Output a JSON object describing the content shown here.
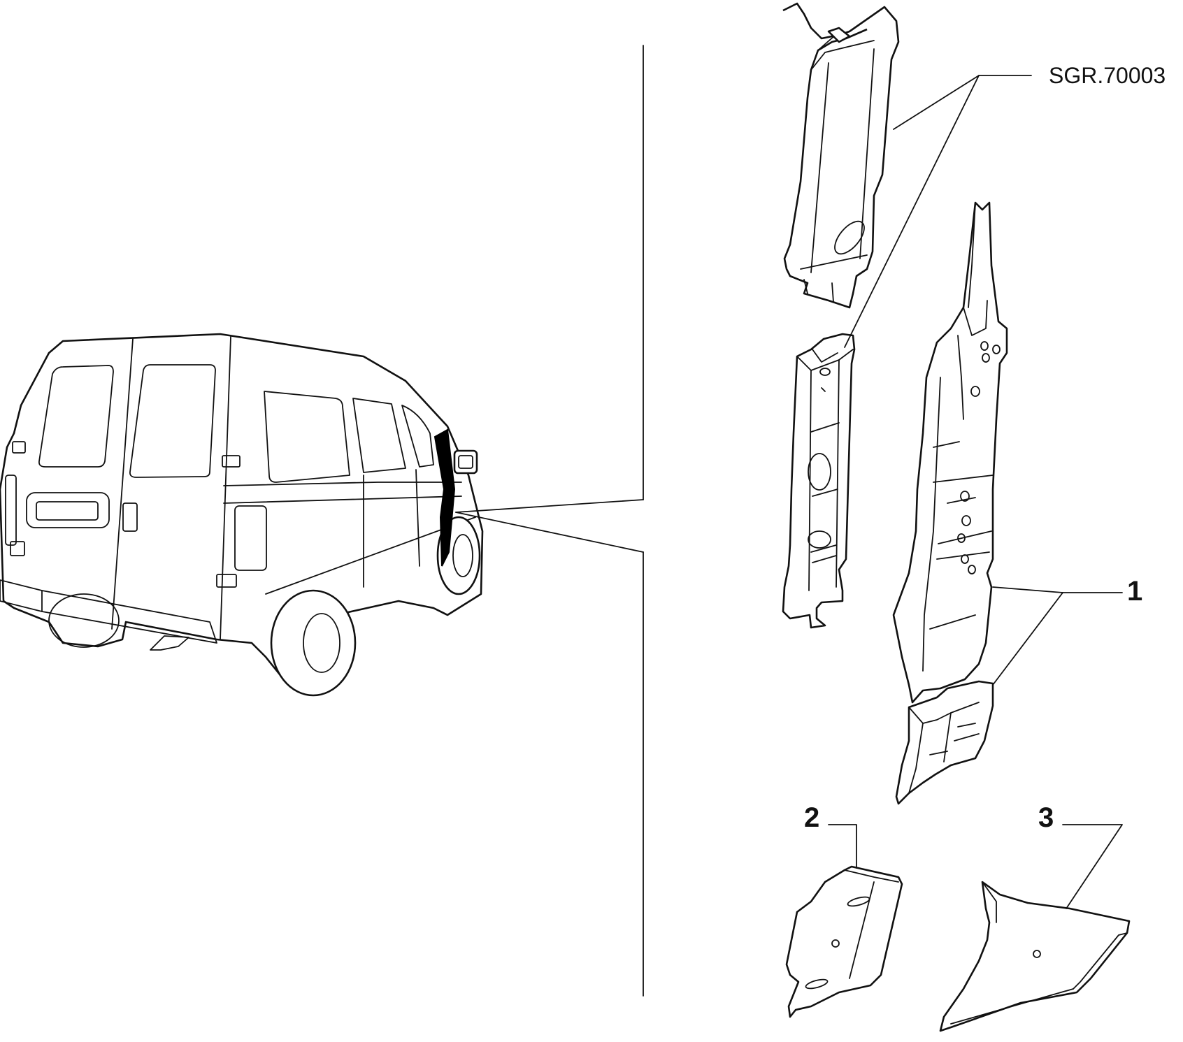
{
  "diagram": {
    "reference_code": "SGR.70003",
    "callouts": [
      {
        "id": "1",
        "label": "1"
      },
      {
        "id": "2",
        "label": "2"
      },
      {
        "id": "3",
        "label": "3"
      }
    ]
  }
}
